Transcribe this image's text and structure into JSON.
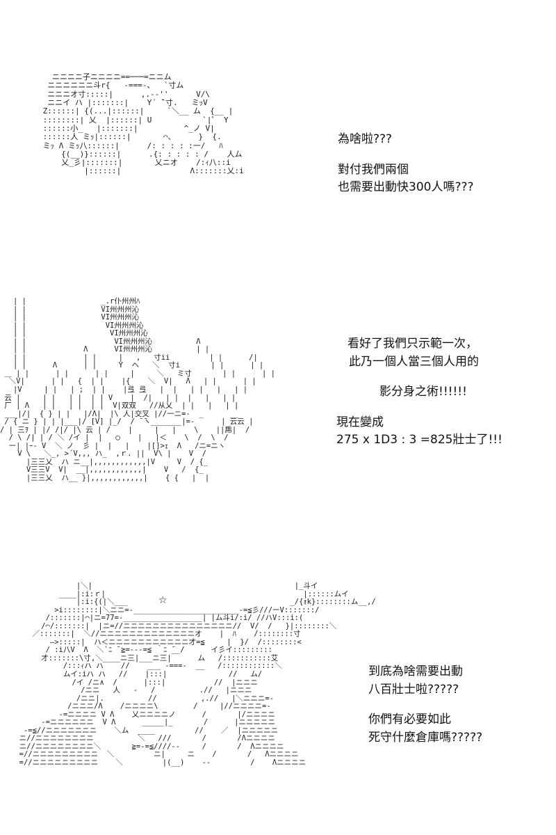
{
  "panel1": {
    "caption": [
      "為啥啦???",
      "",
      "對付我們兩個",
      "也需要出動快300人嗎???"
    ]
  },
  "panel2": {
    "caption": [
      "看好了我們只示範一次，",
      "此乃一個人當三個人用的",
      "",
      "影分身之術!!!!!!",
      "",
      "現在變成",
      "275 x 1D3 : 3 =825壯士了!!!"
    ]
  },
  "panel3": {
    "caption": [
      "到底為啥需要出動",
      "八百壯士啦?????",
      "",
      "你們有必要如此",
      "死守什麼倉庫嗎?????"
    ]
  }
}
